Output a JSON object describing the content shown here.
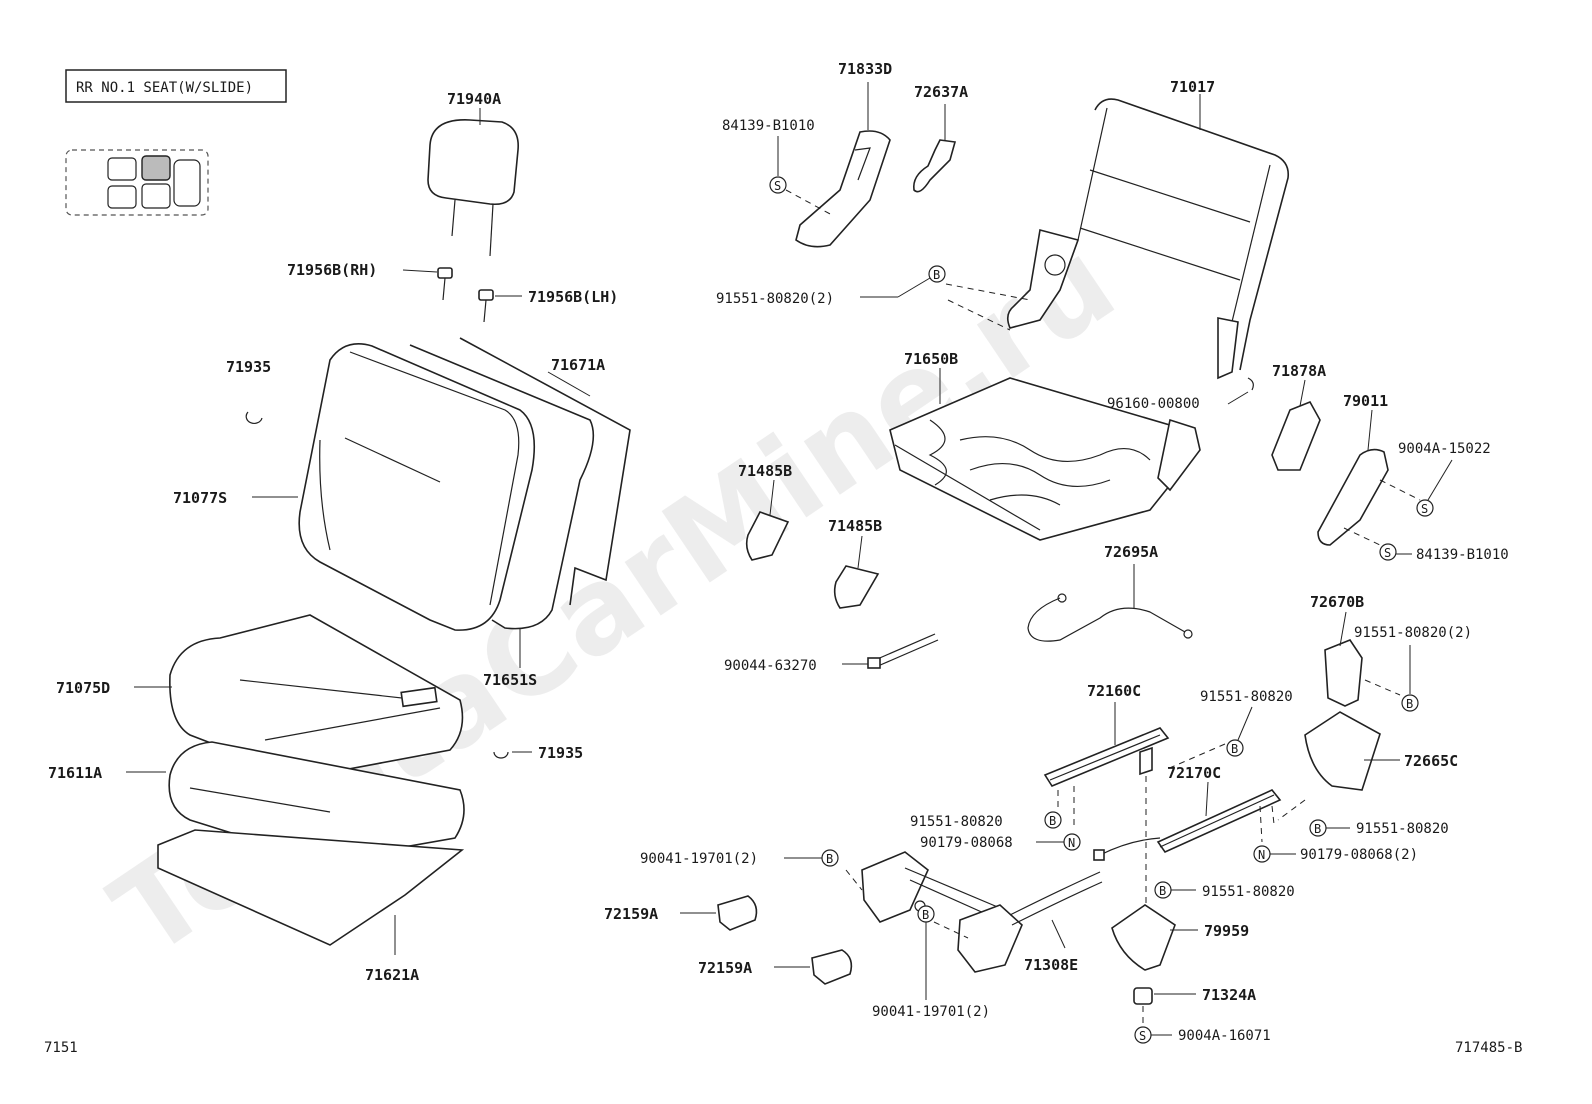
{
  "header": {
    "title": "RR NO.1 SEAT(W/SLIDE)"
  },
  "watermark": "ToyotaCarMine.ru",
  "footer": {
    "left_code": "7151",
    "right_code": "717485-B"
  },
  "symbols": {
    "bolt": "B",
    "screw": "S",
    "nut": "N"
  },
  "labels": {
    "l71940A": "71940A",
    "l71956B_RH": "71956B(RH)",
    "l71956B_LH": "71956B(LH)",
    "l71935_top": "71935",
    "l71077S": "71077S",
    "l71671A": "71671A",
    "l71651S": "71651S",
    "l71075D": "71075D",
    "l71935_bottom": "71935",
    "l71611A": "71611A",
    "l71621A": "71621A",
    "l71833D": "71833D",
    "l84139_B1010_top": "84139-B1010",
    "l72637A": "72637A",
    "l71017": "71017",
    "l91551_80820_2_top": "91551-80820(2)",
    "l71650B": "71650B",
    "l96160_00800": "96160-00800",
    "l71878A": "71878A",
    "l79011": "79011",
    "l9004A_15022": "9004A-15022",
    "l84139_B1010_right": "84139-B1010",
    "l71485B_1": "71485B",
    "l71485B_2": "71485B",
    "l72695A": "72695A",
    "l90044_63270": "90044-63270",
    "l72670B": "72670B",
    "l91551_80820_2_right": "91551-80820(2)",
    "l72160C": "72160C",
    "l91551_80820_a": "91551-80820",
    "l72665C": "72665C",
    "l72170C": "72170C",
    "l91551_80820_b": "91551-80820",
    "l90179_08068": "90179-08068",
    "l91551_80820_c": "91551-80820",
    "l90179_08068_2": "90179-08068(2)",
    "l90041_19701_2_a": "90041-19701(2)",
    "l91551_80820_d": "91551-80820",
    "l72159A_1": "72159A",
    "l79959": "79959",
    "l71308E": "71308E",
    "l72159A_2": "72159A",
    "l71324A": "71324A",
    "l90041_19701_2_b": "90041-19701(2)",
    "l9004A_16071": "9004A-16071"
  }
}
